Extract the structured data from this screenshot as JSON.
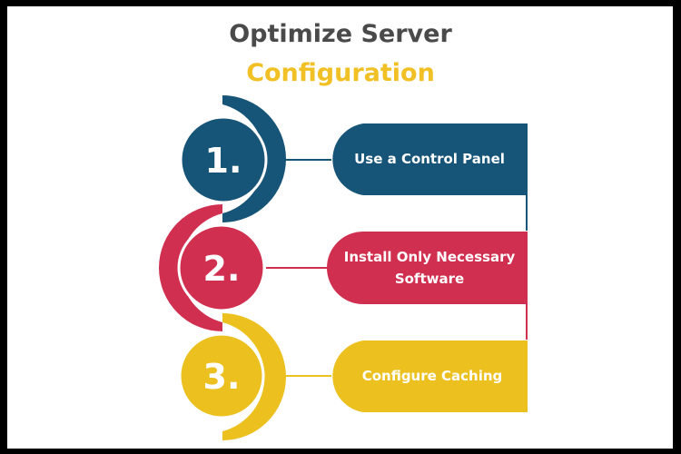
{
  "title": {
    "line1": "Optimize Server",
    "line2": "Configuration"
  },
  "colors": {
    "title_line1": "#4a4a4a",
    "title_line2": "#f0c024",
    "step1": "#165578",
    "step2": "#d12f4f",
    "step3": "#ecc11f"
  },
  "steps": [
    {
      "number": "1.",
      "label_lines": [
        "Use a Control Panel"
      ]
    },
    {
      "number": "2.",
      "label_lines": [
        "Install Only Necessary",
        "Software"
      ]
    },
    {
      "number": "3.",
      "label_lines": [
        "Configure Caching"
      ]
    }
  ]
}
